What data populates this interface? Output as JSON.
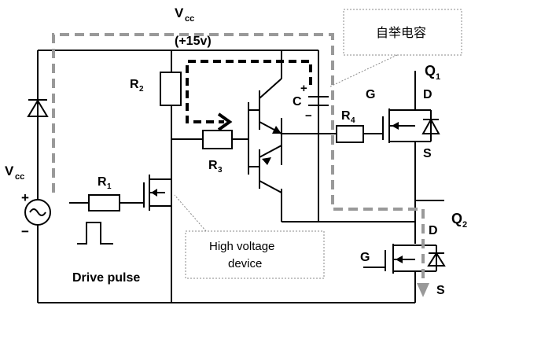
{
  "labels": {
    "vcc_top": "V",
    "vcc_top_sub": "cc",
    "vcc_top_value": "(+15v)",
    "vcc_left": "V",
    "vcc_left_sub": "cc",
    "plus": "+",
    "minus": "−",
    "r1": "R",
    "r1_sub": "1",
    "r2": "R",
    "r2_sub": "2",
    "r3": "R",
    "r3_sub": "3",
    "r4": "R",
    "r4_sub": "4",
    "c": "C",
    "c_plus": "+",
    "c_minus": "−",
    "g_upper": "G",
    "d_upper": "D",
    "s_upper": "S",
    "q1": "Q",
    "q1_sub": "1",
    "g_lower": "G",
    "d_lower": "D",
    "s_lower": "S",
    "q2": "Q",
    "q2_sub": "2",
    "drive_pulse": "Drive pulse",
    "hv_device_line1": "High voltage",
    "hv_device_line2": "device",
    "bootstrap_callout": "自举电容"
  },
  "colors": {
    "wire": "#000000",
    "gray_path": "#999999",
    "callout_border": "#888888"
  }
}
